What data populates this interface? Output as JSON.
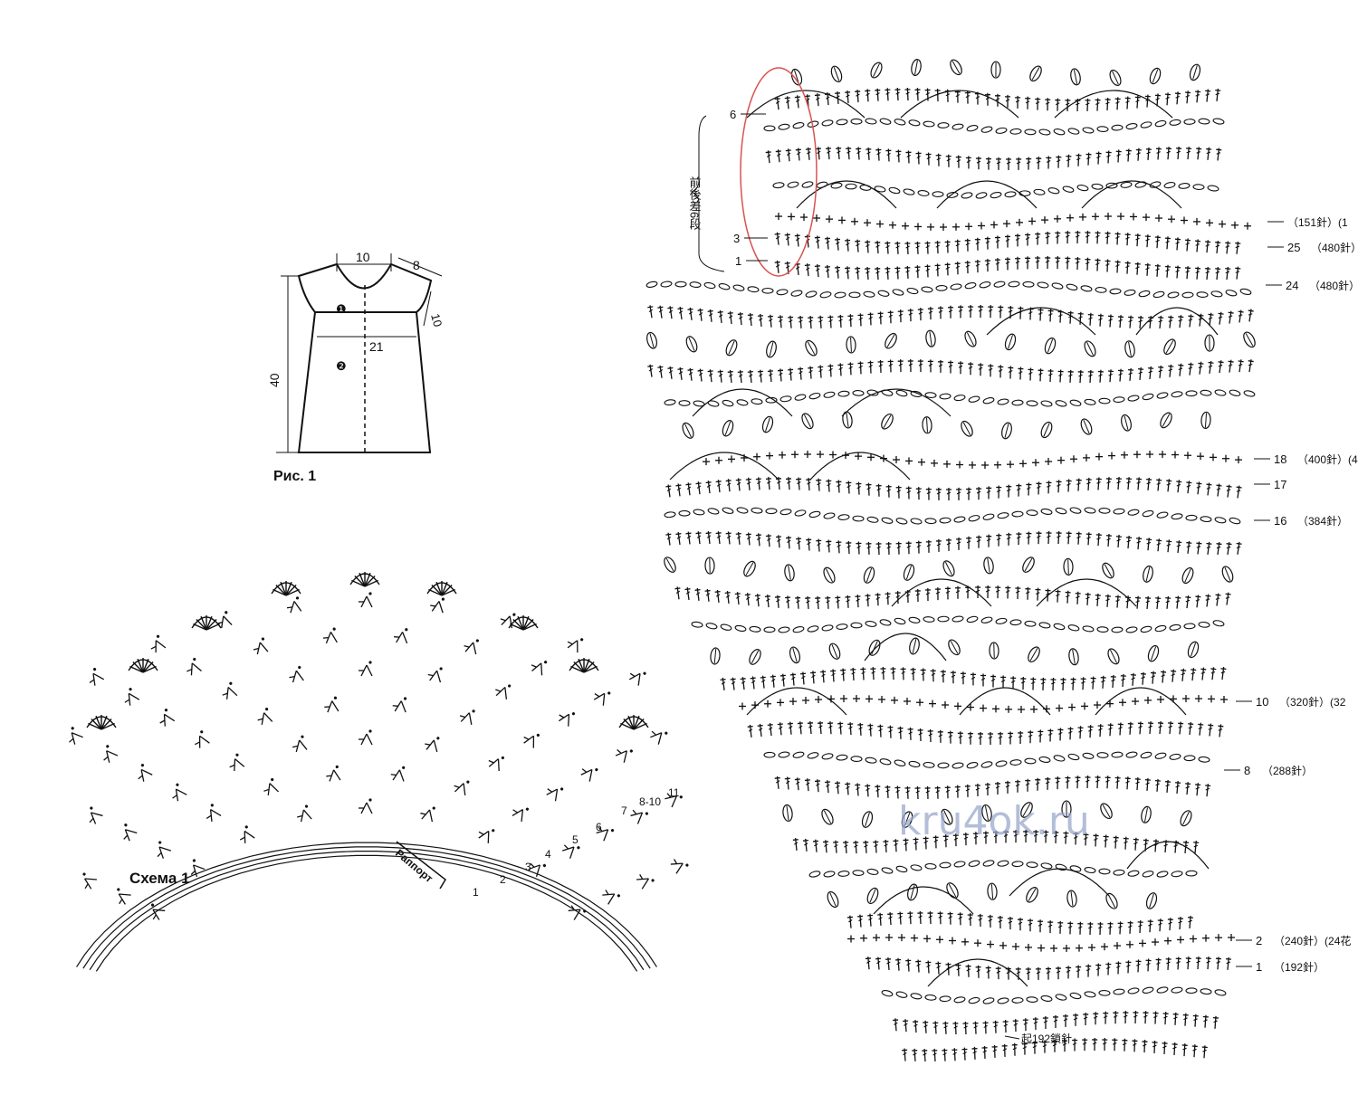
{
  "figure1": {
    "caption": "Рис. 1",
    "dims": {
      "neck": "10",
      "shoulder": "8",
      "yoke_depth": "10",
      "width": "21",
      "length": "40"
    },
    "parts": {
      "yoke": "❶",
      "body": "❷"
    }
  },
  "scheme1": {
    "caption": "Схема 1",
    "repeat_label": "Раппорт",
    "rows": [
      "1",
      "2",
      "3",
      "4",
      "5",
      "6",
      "7",
      "8-10",
      "11"
    ]
  },
  "big_chart": {
    "side_note": "前後差6段",
    "left_rows": [
      "6",
      "3",
      "1"
    ],
    "right_rows": [
      {
        "num": "",
        "count": "（151針）(1"
      },
      {
        "num": "25",
        "count": "（480針）"
      },
      {
        "num": "24",
        "count": "（480針）"
      },
      {
        "num": "18",
        "count": "（400針）(4"
      },
      {
        "num": "17",
        "count": ""
      },
      {
        "num": "16",
        "count": "（384針）"
      },
      {
        "num": "10",
        "count": "（320針）(32"
      },
      {
        "num": "8",
        "count": "（288針）"
      },
      {
        "num": "2",
        "count": "（240針）(24花"
      },
      {
        "num": "1",
        "count": "（192針）"
      }
    ],
    "chain_label": "起192鎖針",
    "highlight_color": "#d9534f"
  },
  "watermark": "kru4ok.ru"
}
